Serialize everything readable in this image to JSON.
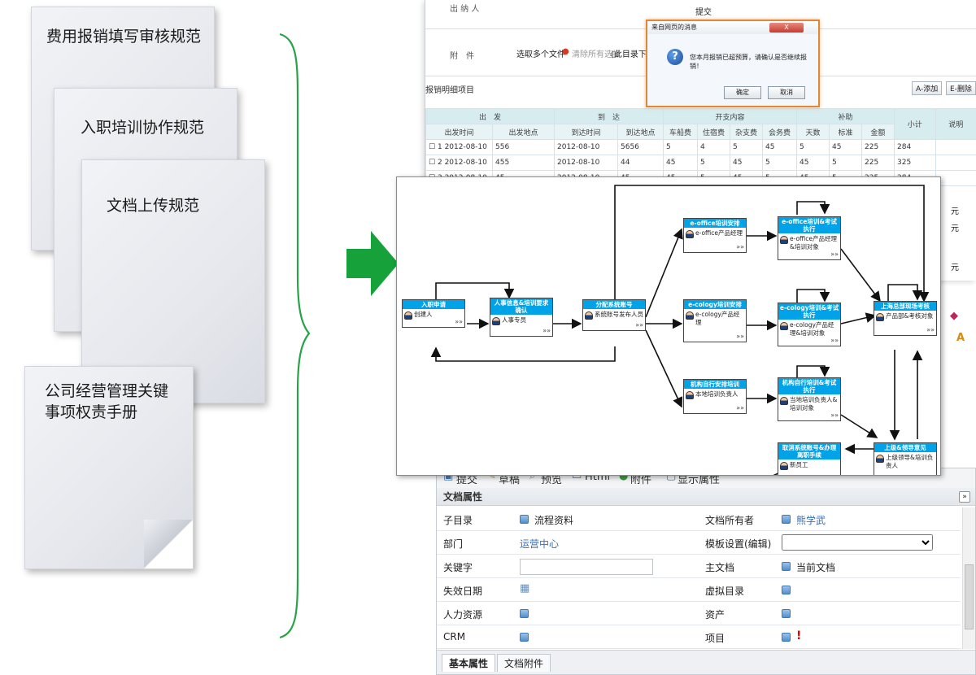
{
  "docs": [
    {
      "title": "费用报销填写审核规范"
    },
    {
      "title": "入职培训协作规范"
    },
    {
      "title": "文档上传规范"
    },
    {
      "title_line1": "公司经营管理关键",
      "title_line2": "事项权责手册"
    }
  ],
  "colors": {
    "arrow": "#17a13a",
    "brace": "#2aa24a",
    "node_header": "#00a2e8",
    "dialog_border": "#e0883a"
  },
  "expense_form": {
    "handler_label": "出 纳 人",
    "handler_menu_item": "提交",
    "attachment_label": "附　件",
    "select_files": "选取多个文件",
    "clear_selection": "清除所有选择",
    "attachment_hint": "(此目录下最大只",
    "detail_title": "报销明细项目",
    "add_button": "A-添加",
    "delete_button": "E-删除",
    "group_headers": [
      "出　发",
      "到　达",
      "开支内容",
      "补助",
      "小计",
      "说明"
    ],
    "column_headers": [
      "出发时间",
      "出发地点",
      "到达时间",
      "到达地点",
      "车船费",
      "住宿费",
      "杂支费",
      "会务费",
      "天数",
      "标准",
      "金额"
    ],
    "rows": [
      {
        "no": "1",
        "cells": [
          "2012-08-10",
          "556",
          "2012-08-10",
          "5656",
          "5",
          "4",
          "5",
          "45",
          "5",
          "45",
          "225",
          "284"
        ]
      },
      {
        "no": "2",
        "cells": [
          "2012-08-10",
          "455",
          "2012-08-10",
          "44",
          "45",
          "5",
          "45",
          "5",
          "45",
          "5",
          "225",
          "325"
        ]
      },
      {
        "no": "3",
        "cells": [
          "2012-08-10",
          "45",
          "2012-08-10",
          "45",
          "45",
          "5",
          "45",
          "5",
          "45",
          "5",
          "225",
          "284"
        ]
      }
    ],
    "unit": "元"
  },
  "dialog": {
    "title": "来自网页的消息",
    "close": "X",
    "message": "您本月报销已超预算，请确认是否继续报销！",
    "ok": "确定",
    "cancel": "取消"
  },
  "workflow": {
    "nodes": {
      "n1": {
        "title": "入职申请",
        "body": "创建人"
      },
      "n2": {
        "title": "人事信息&培训要求确认",
        "body": "人事专员"
      },
      "n3": {
        "title": "分配系统账号",
        "body": "系统账号发布人员"
      },
      "n4": {
        "title": "e-office培训安排",
        "body": "e-office产品经理"
      },
      "n5": {
        "title": "e-cology培训安排",
        "body": "e-cology产品经理"
      },
      "n6": {
        "title": "机构自行安排培训",
        "body": "本地培训负责人"
      },
      "n7": {
        "title": "e-office培训&考试执行",
        "body": "e-office产品经理&培训对象"
      },
      "n8": {
        "title": "e-cology培训&考试执行",
        "body": "e-cology产品经理&培训对象"
      },
      "n9": {
        "title": "机构自行培训&考试执行",
        "body": "当地培训负责人&培训对象"
      },
      "n10": {
        "title": "上海总部现场考核",
        "body": "产品部&考核对象"
      },
      "n11": {
        "title": "上级&领导意见",
        "body": "上级领导&培训负责人"
      },
      "n12": {
        "title": "取消系统账号&办理离职手续",
        "body": "新员工"
      }
    },
    "more": "»»"
  },
  "doc_attrs": {
    "toolbar": [
      "提交",
      "草稿",
      "预览",
      "Html",
      "附件",
      "显示属性"
    ],
    "section_title": "文档属性",
    "rows": [
      {
        "l1": "子目录",
        "v1": "流程资料",
        "l2": "文档所有者",
        "v2": "熊学武"
      },
      {
        "l1": "部门",
        "v1": "运营中心",
        "l2": "模板设置(编辑)",
        "v2": ""
      },
      {
        "l1": "关键字",
        "v1": "",
        "l2": "主文档",
        "v2": "当前文档"
      },
      {
        "l1": "失效日期",
        "v1": "",
        "l2": "虚拟目录",
        "v2": ""
      },
      {
        "l1": "人力资源",
        "v1": "",
        "l2": "资产",
        "v2": ""
      },
      {
        "l1": "CRM",
        "v1": "",
        "l2": "项目",
        "v2": "!"
      }
    ],
    "tabs": [
      "基本属性",
      "文档附件"
    ]
  }
}
